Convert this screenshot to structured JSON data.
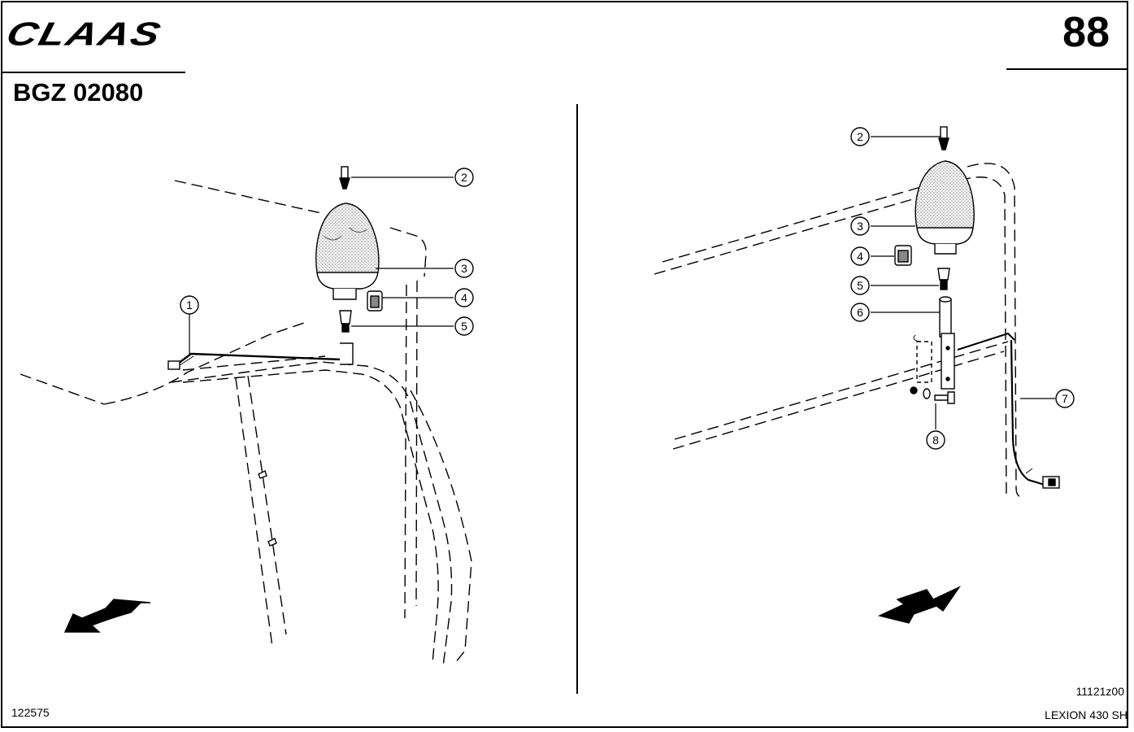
{
  "header": {
    "brand": "CLAAS",
    "page_number": "88",
    "document_code": "BGZ 02080"
  },
  "callouts": {
    "left": [
      {
        "number": "1"
      },
      {
        "number": "2"
      },
      {
        "number": "3"
      },
      {
        "number": "4"
      },
      {
        "number": "5"
      }
    ],
    "right": [
      {
        "number": "2"
      },
      {
        "number": "3"
      },
      {
        "number": "4"
      },
      {
        "number": "5"
      },
      {
        "number": "6"
      },
      {
        "number": "7"
      },
      {
        "number": "8"
      }
    ]
  },
  "footer": {
    "left_code": "122575",
    "right_code": "11121z00",
    "model": "LEXION 430 SH"
  },
  "colors": {
    "ink": "#000000",
    "paper": "#ffffff",
    "dots": "#9a9a9a"
  }
}
